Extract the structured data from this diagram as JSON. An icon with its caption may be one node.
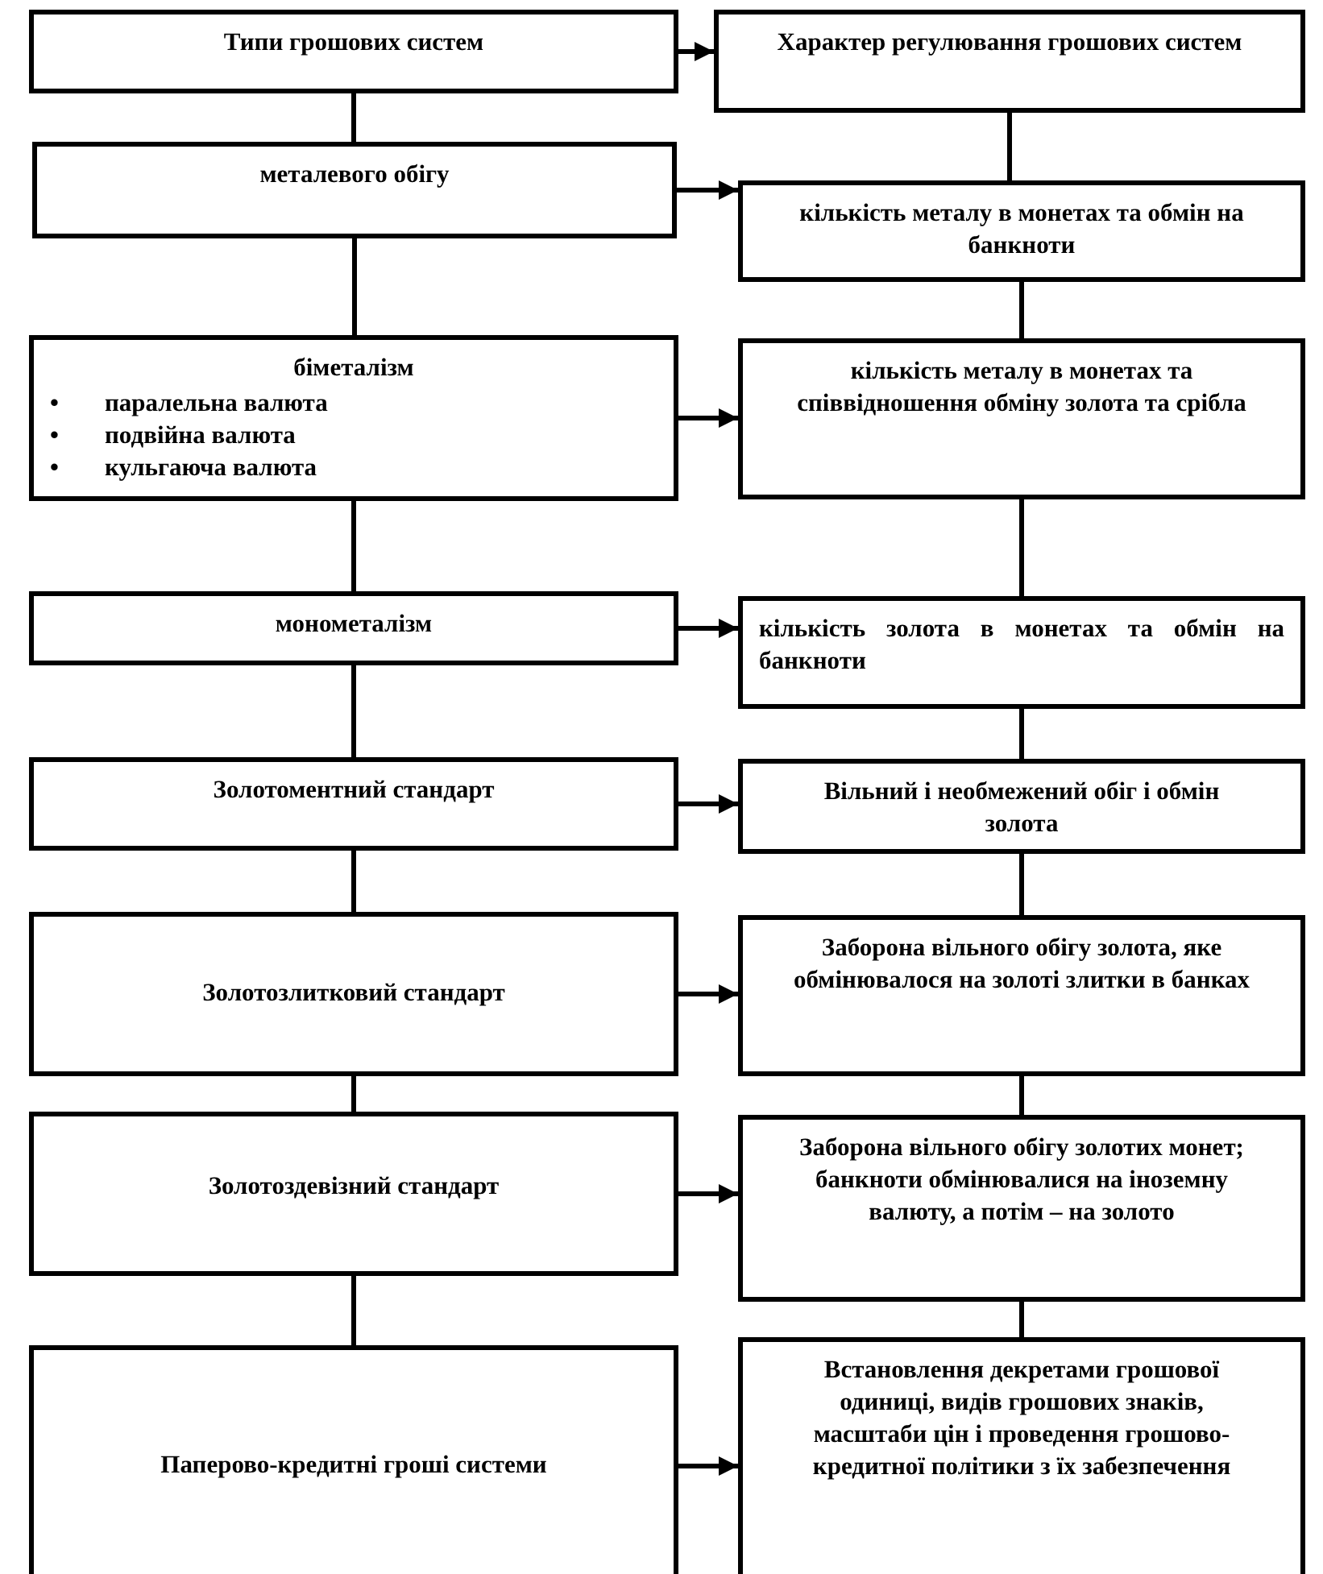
{
  "diagram": {
    "nodes": [
      {
        "text": [
          "Типи грошових систем"
        ]
      },
      {
        "text": [
          "Характер регулювання грошових систем"
        ]
      },
      {
        "text": [
          "металевого обігу"
        ]
      },
      {
        "text": [
          "кількість металу в монетах та обмін на банкноти"
        ]
      },
      {
        "text": [
          "біметалізм",
          "•\tпаралельна валюта",
          "•\tподвійна валюта",
          "•\tкульгаюча валюта"
        ]
      },
      {
        "text": [
          "кількість металу в монетах та співвідношення обміну золота та срібла"
        ]
      },
      {
        "text": [
          "монометалізм"
        ]
      },
      {
        "text": [
          "кількість золота в монетах та обмін на банкноти"
        ]
      },
      {
        "text": [
          "Золотоментний стандарт"
        ]
      },
      {
        "text": [
          "Вільний і необмежений обіг і обмін золота"
        ]
      },
      {
        "text": [
          "Золотозлитковий стандарт"
        ]
      },
      {
        "text": [
          "Заборона вільного обігу золота, яке обмінювалося на золоті злитки в банках"
        ]
      },
      {
        "text": [
          "Золотоздевізний стандарт"
        ]
      },
      {
        "text": [
          "Заборона вільного обігу золотих монет; банкноти обмінювалися на іноземну валюту, а потім – на золото"
        ]
      },
      {
        "text": [
          "Паперово-кредитні гроші системи"
        ]
      },
      {
        "text": [
          "Встановлення декретами грошової одиниці, видів грошових знаків, масштаби цін і проведення грошово-кредитної політики з їх забезпечення"
        ]
      }
    ],
    "edges": [
      {
        "from": 0,
        "to": 1,
        "arrow": "to"
      },
      {
        "from": 0,
        "to": 2,
        "arrow": "none"
      },
      {
        "from": 1,
        "to": 3,
        "arrow": "none"
      },
      {
        "from": 2,
        "to": 3,
        "arrow": "to"
      },
      {
        "from": 2,
        "to": 4,
        "arrow": "none"
      },
      {
        "from": 3,
        "to": 5,
        "arrow": "none"
      },
      {
        "from": 4,
        "to": 5,
        "arrow": "to"
      },
      {
        "from": 4,
        "to": 6,
        "arrow": "none"
      },
      {
        "from": 5,
        "to": 7,
        "arrow": "none"
      },
      {
        "from": 6,
        "to": 7,
        "arrow": "to"
      },
      {
        "from": 6,
        "to": 8,
        "arrow": "none"
      },
      {
        "from": 7,
        "to": 9,
        "arrow": "none"
      },
      {
        "from": 8,
        "to": 9,
        "arrow": "to"
      },
      {
        "from": 8,
        "to": 10,
        "arrow": "none"
      },
      {
        "from": 9,
        "to": 11,
        "arrow": "none"
      },
      {
        "from": 10,
        "to": 11,
        "arrow": "to"
      },
      {
        "from": 10,
        "to": 12,
        "arrow": "none"
      },
      {
        "from": 11,
        "to": 13,
        "arrow": "none"
      },
      {
        "from": 12,
        "to": 13,
        "arrow": "to"
      },
      {
        "from": 12,
        "to": 14,
        "arrow": "none"
      },
      {
        "from": 13,
        "to": 15,
        "arrow": "none"
      },
      {
        "from": 14,
        "to": 15,
        "arrow": "to"
      }
    ]
  }
}
